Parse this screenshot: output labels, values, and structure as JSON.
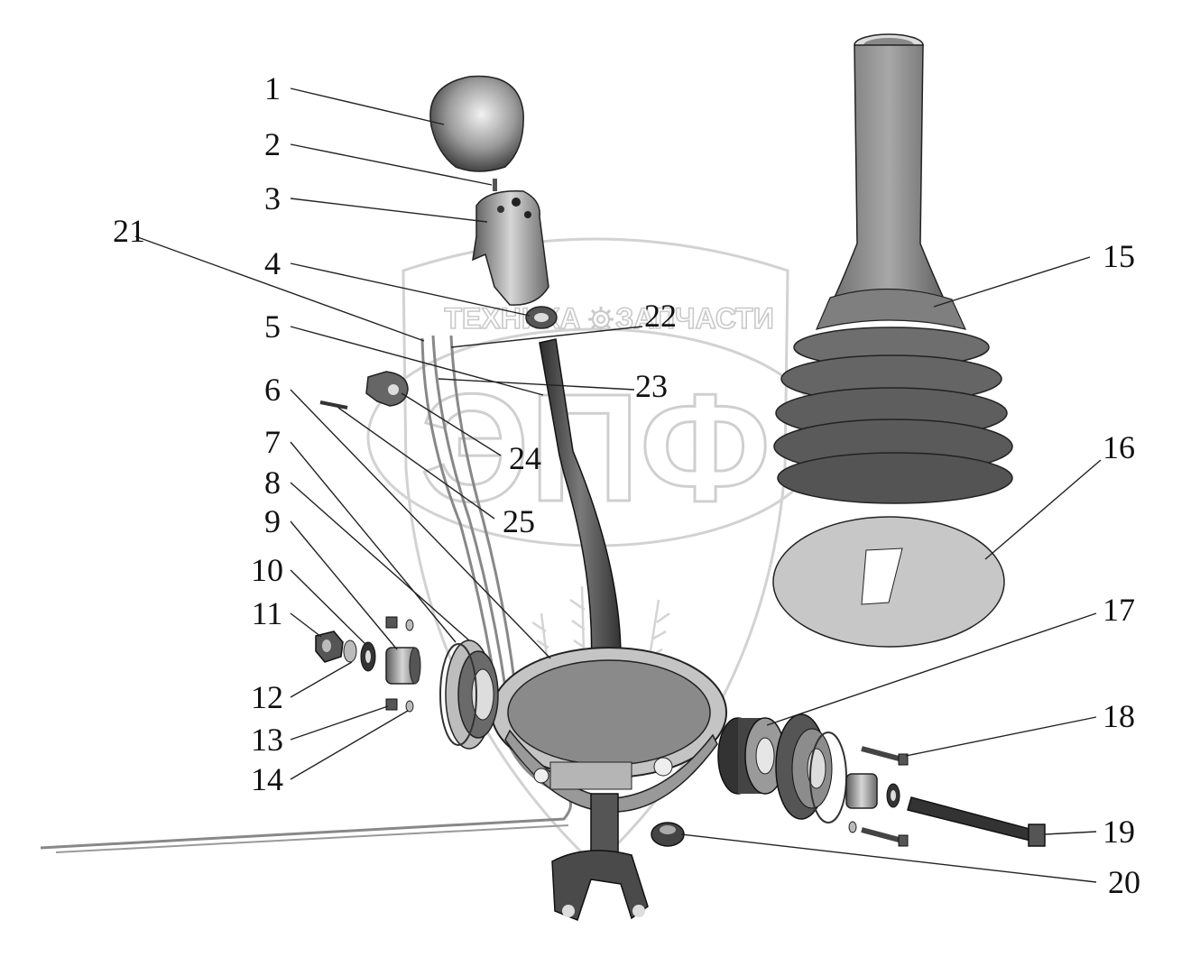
{
  "watermark": {
    "left_word": "ТЕХНИКА",
    "right_word": "ЗАПЧАСТИ",
    "big_letters": "ЭПФ",
    "gear_icon": "gear-icon"
  },
  "callouts": [
    {
      "id": "1",
      "label": "1"
    },
    {
      "id": "2",
      "label": "2"
    },
    {
      "id": "3",
      "label": "3"
    },
    {
      "id": "4",
      "label": "4"
    },
    {
      "id": "5",
      "label": "5"
    },
    {
      "id": "6",
      "label": "6"
    },
    {
      "id": "7",
      "label": "7"
    },
    {
      "id": "8",
      "label": "8"
    },
    {
      "id": "9",
      "label": "9"
    },
    {
      "id": "10",
      "label": "10"
    },
    {
      "id": "11",
      "label": "11"
    },
    {
      "id": "12",
      "label": "12"
    },
    {
      "id": "13",
      "label": "13"
    },
    {
      "id": "14",
      "label": "14"
    },
    {
      "id": "15",
      "label": "15"
    },
    {
      "id": "16",
      "label": "16"
    },
    {
      "id": "17",
      "label": "17"
    },
    {
      "id": "18",
      "label": "18"
    },
    {
      "id": "19",
      "label": "19"
    },
    {
      "id": "20",
      "label": "20"
    },
    {
      "id": "21",
      "label": "21"
    },
    {
      "id": "22",
      "label": "22"
    },
    {
      "id": "23",
      "label": "23"
    },
    {
      "id": "24",
      "label": "24"
    },
    {
      "id": "25",
      "label": "25"
    }
  ]
}
